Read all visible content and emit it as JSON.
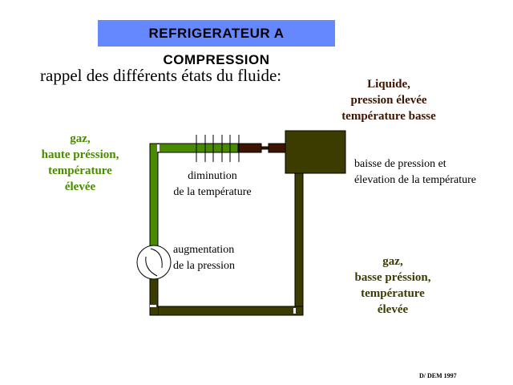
{
  "title": "REFRIGERATEUR A COMPRESSION",
  "subtitle": "rappel des différents états du fluide:",
  "labels": {
    "liquide": [
      "Liquide,",
      "pression élevée",
      "température basse"
    ],
    "gaz_haute_pression": [
      "gaz,",
      "haute préssion,",
      "température",
      "élevée"
    ],
    "gaz_basse_pression": [
      "gaz,",
      "basse préssion,",
      "température",
      "élevée"
    ],
    "diminution": [
      "diminution",
      "de la température"
    ],
    "augmentation": [
      "augmentation",
      "de la pression"
    ],
    "baisse": [
      "baisse de pression et",
      "élevation de la température"
    ]
  },
  "credit": "D/ DEM 1997",
  "colors": {
    "title_bg": "#6688ff",
    "hot_gas": "#4a8a00",
    "liquid": "#3c1400",
    "cold_gas": "#3c3c00"
  }
}
